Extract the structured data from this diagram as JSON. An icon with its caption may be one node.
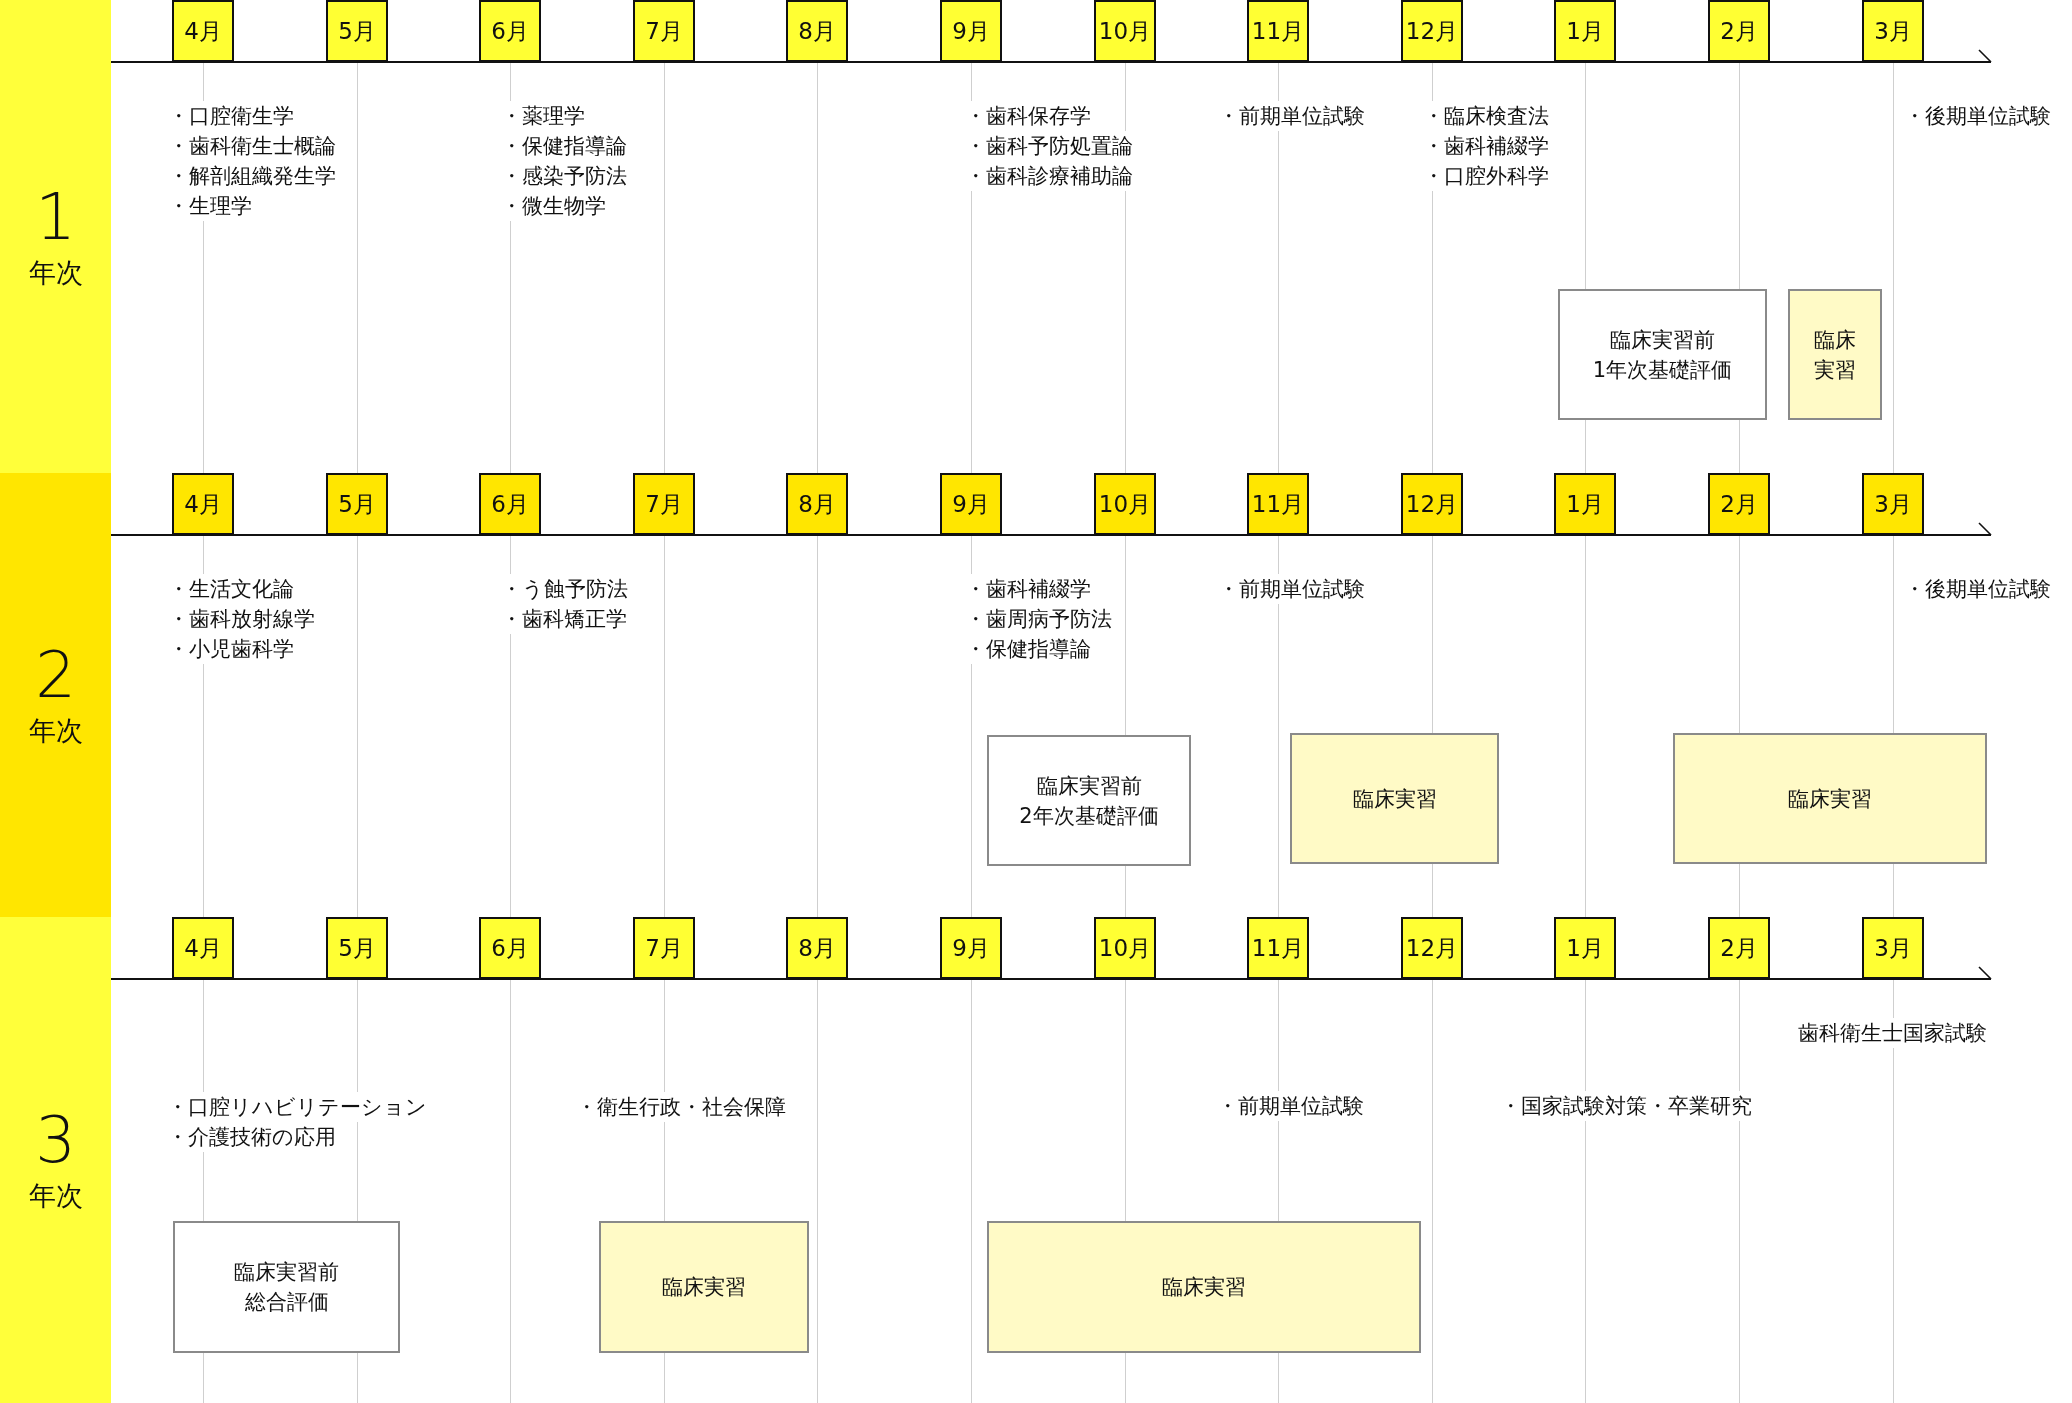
{
  "diagram": {
    "nodes": [
      {
        "text": [
          "1",
          "年次"
        ]
      },
      {
        "text": [
          "4月"
        ]
      },
      {
        "text": [
          "5月"
        ]
      },
      {
        "text": [
          "6月"
        ]
      },
      {
        "text": [
          "7月"
        ]
      },
      {
        "text": [
          "8月"
        ]
      },
      {
        "text": [
          "9月"
        ]
      },
      {
        "text": [
          "10月"
        ]
      },
      {
        "text": [
          "11月"
        ]
      },
      {
        "text": [
          "12月"
        ]
      },
      {
        "text": [
          "1月"
        ]
      },
      {
        "text": [
          "2月"
        ]
      },
      {
        "text": [
          "3月"
        ]
      },
      {
        "text": [
          "臨床実習前",
          "1年次基礎評価"
        ]
      },
      {
        "text": [
          "臨床実習"
        ]
      },
      {
        "text": [
          "2",
          "年次"
        ]
      },
      {
        "text": [
          "4月"
        ]
      },
      {
        "text": [
          "5月"
        ]
      },
      {
        "text": [
          "6月"
        ]
      },
      {
        "text": [
          "7月"
        ]
      },
      {
        "text": [
          "8月"
        ]
      },
      {
        "text": [
          "9月"
        ]
      },
      {
        "text": [
          "10月"
        ]
      },
      {
        "text": [
          "11月"
        ]
      },
      {
        "text": [
          "12月"
        ]
      },
      {
        "text": [
          "1月"
        ]
      },
      {
        "text": [
          "2月"
        ]
      },
      {
        "text": [
          "3月"
        ]
      },
      {
        "text": [
          "臨床実習前",
          "2年次基礎評価"
        ]
      },
      {
        "text": [
          "臨床実習"
        ]
      },
      {
        "text": [
          "臨床実習"
        ]
      },
      {
        "text": [
          "3",
          "年次"
        ]
      },
      {
        "text": [
          "4月"
        ]
      },
      {
        "text": [
          "5月"
        ]
      },
      {
        "text": [
          "6月"
        ]
      },
      {
        "text": [
          "7月"
        ]
      },
      {
        "text": [
          "8月"
        ]
      },
      {
        "text": [
          "9月"
        ]
      },
      {
        "text": [
          "10月"
        ]
      },
      {
        "text": [
          "11月"
        ]
      },
      {
        "text": [
          "12月"
        ]
      },
      {
        "text": [
          "1月"
        ]
      },
      {
        "text": [
          "2月"
        ]
      },
      {
        "text": [
          "3月"
        ]
      },
      {
        "text": [
          "臨床実習前",
          "総合評価"
        ]
      },
      {
        "text": [
          "臨床実習"
        ]
      },
      {
        "text": [
          "臨床実習"
        ]
      }
    ],
    "labels": [
      "・口腔衛生学",
      "・歯科衛生士概論",
      "・解剖組織発生学",
      "・生理学",
      "・薬理学",
      "・保健指導論",
      "・感染予防法",
      "・微生物学",
      "・歯科保存学",
      "・歯科予防処置論",
      "・歯科診療補助論",
      "・前期単位試験",
      "・臨床検査法",
      "・歯科補綴学",
      "・口腔外科学",
      "・後期単位試験",
      "・生活文化論",
      "・歯科放射線学",
      "・小児歯科学",
      "・う蝕予防法",
      "・歯科矯正学",
      "・歯科補綴学",
      "・歯周病予防法",
      "・保健指導論",
      "・前期単位試験",
      "・後期単位試験",
      "歯科衛生士国家試験",
      "・口腔リハビリテーション",
      "・介護技術の応用",
      "・衛生行政・社会保障",
      "・前期単位試験",
      "・国家試験対策・卒業研究"
    ]
  }
}
